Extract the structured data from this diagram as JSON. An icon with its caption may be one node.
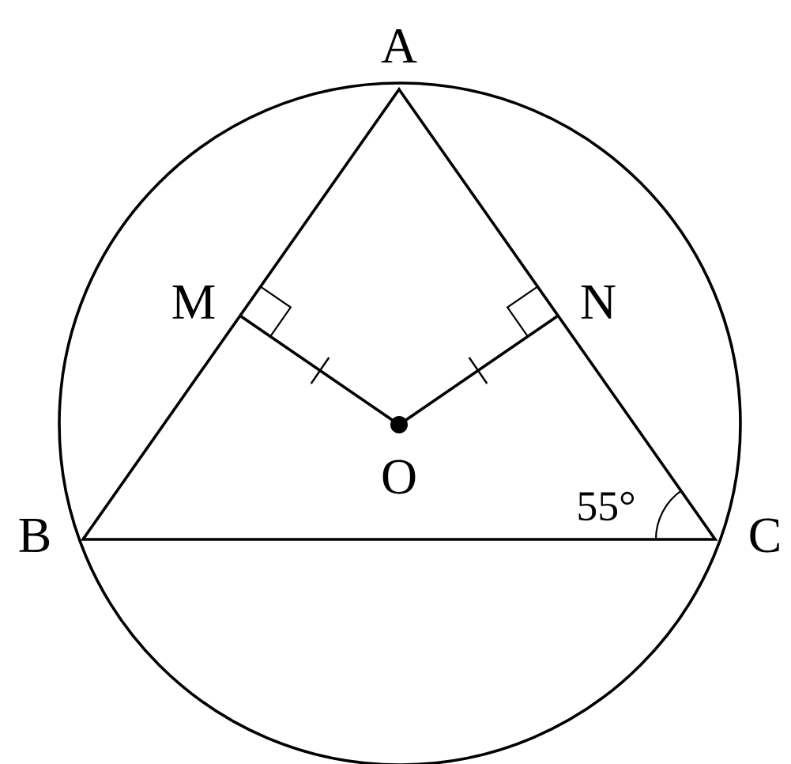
{
  "diagram": {
    "labels": [
      "A",
      "M",
      "N",
      "O",
      "B",
      "55°",
      "C"
    ]
  }
}
